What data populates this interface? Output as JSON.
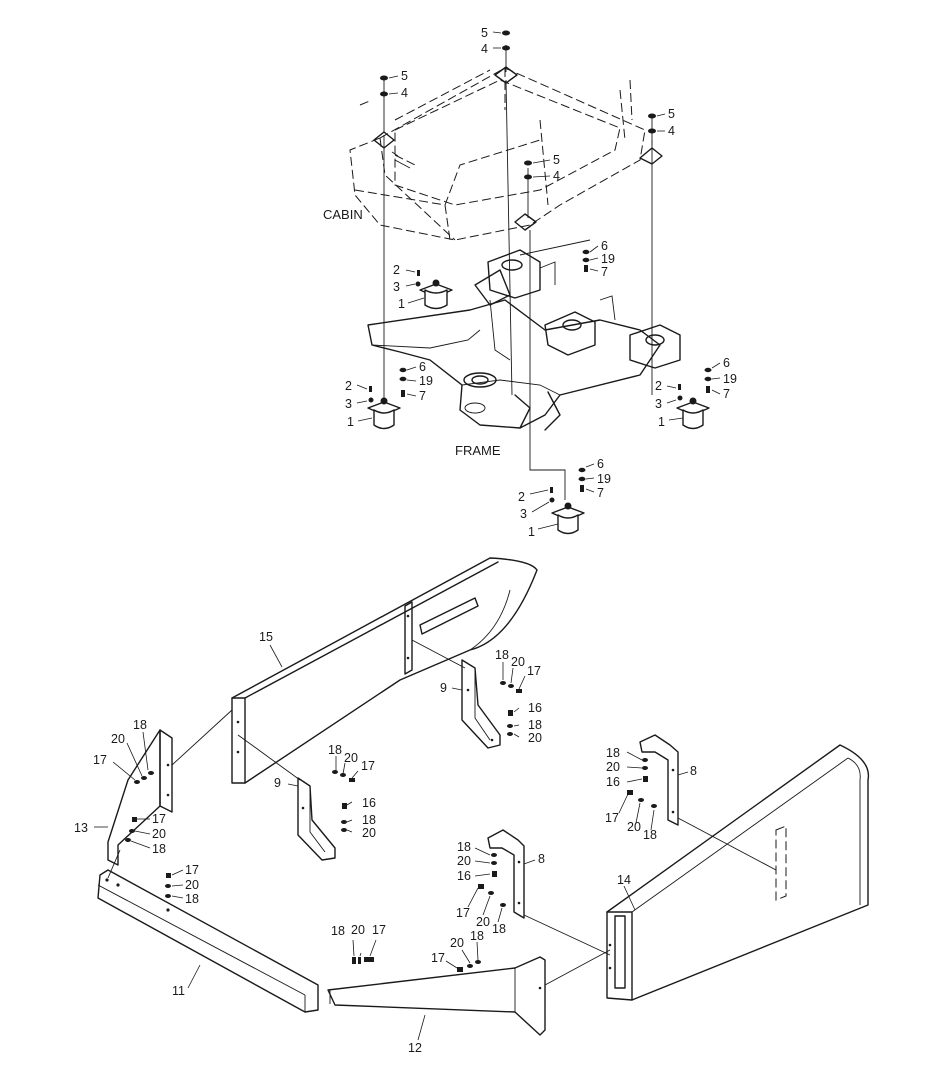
{
  "labels": {
    "cabin": "CABIN",
    "frame": "FRAME"
  },
  "callouts": [
    {
      "id": "c1",
      "text": "5"
    },
    {
      "id": "c2",
      "text": "4"
    },
    {
      "id": "c3",
      "text": "5"
    },
    {
      "id": "c4",
      "text": "4"
    },
    {
      "id": "c5",
      "text": "5"
    },
    {
      "id": "c6",
      "text": "4"
    },
    {
      "id": "c7",
      "text": "5"
    },
    {
      "id": "c8",
      "text": "4"
    },
    {
      "id": "c9",
      "text": "6"
    },
    {
      "id": "c10",
      "text": "19"
    },
    {
      "id": "c11",
      "text": "7"
    },
    {
      "id": "c12",
      "text": "2"
    },
    {
      "id": "c13",
      "text": "3"
    },
    {
      "id": "c14",
      "text": "1"
    },
    {
      "id": "c15",
      "text": "6"
    },
    {
      "id": "c16",
      "text": "19"
    },
    {
      "id": "c17",
      "text": "7"
    },
    {
      "id": "c18",
      "text": "2"
    },
    {
      "id": "c19",
      "text": "3"
    },
    {
      "id": "c20",
      "text": "1"
    },
    {
      "id": "c21",
      "text": "6"
    },
    {
      "id": "c22",
      "text": "19"
    },
    {
      "id": "c23",
      "text": "7"
    },
    {
      "id": "c24",
      "text": "2"
    },
    {
      "id": "c25",
      "text": "3"
    },
    {
      "id": "c26",
      "text": "1"
    },
    {
      "id": "c27",
      "text": "6"
    },
    {
      "id": "c28",
      "text": "19"
    },
    {
      "id": "c29",
      "text": "7"
    },
    {
      "id": "c30",
      "text": "2"
    },
    {
      "id": "c31",
      "text": "3"
    },
    {
      "id": "c32",
      "text": "1"
    },
    {
      "id": "c33",
      "text": "15"
    },
    {
      "id": "c34",
      "text": "18"
    },
    {
      "id": "c35",
      "text": "20"
    },
    {
      "id": "c36",
      "text": "17"
    },
    {
      "id": "c37",
      "text": "9"
    },
    {
      "id": "c38",
      "text": "16"
    },
    {
      "id": "c39",
      "text": "18"
    },
    {
      "id": "c40",
      "text": "20"
    },
    {
      "id": "c41",
      "text": "18"
    },
    {
      "id": "c42",
      "text": "20"
    },
    {
      "id": "c43",
      "text": "17"
    },
    {
      "id": "c44",
      "text": "9"
    },
    {
      "id": "c45",
      "text": "16"
    },
    {
      "id": "c46",
      "text": "18"
    },
    {
      "id": "c47",
      "text": "20"
    },
    {
      "id": "c48",
      "text": "18"
    },
    {
      "id": "c49",
      "text": "20"
    },
    {
      "id": "c50",
      "text": "17"
    },
    {
      "id": "c51",
      "text": "13"
    },
    {
      "id": "c52",
      "text": "17"
    },
    {
      "id": "c53",
      "text": "20"
    },
    {
      "id": "c54",
      "text": "18"
    },
    {
      "id": "c55",
      "text": "17"
    },
    {
      "id": "c56",
      "text": "20"
    },
    {
      "id": "c57",
      "text": "18"
    },
    {
      "id": "c58",
      "text": "11"
    },
    {
      "id": "c59",
      "text": "18"
    },
    {
      "id": "c60",
      "text": "20"
    },
    {
      "id": "c61",
      "text": "17"
    },
    {
      "id": "c62",
      "text": "20"
    },
    {
      "id": "c63",
      "text": "18"
    },
    {
      "id": "c64",
      "text": "17"
    },
    {
      "id": "c65",
      "text": "12"
    },
    {
      "id": "c66",
      "text": "18"
    },
    {
      "id": "c67",
      "text": "20"
    },
    {
      "id": "c68",
      "text": "16"
    },
    {
      "id": "c69",
      "text": "8"
    },
    {
      "id": "c70",
      "text": "17"
    },
    {
      "id": "c71",
      "text": "20"
    },
    {
      "id": "c72",
      "text": "18"
    },
    {
      "id": "c73",
      "text": "14"
    },
    {
      "id": "c74",
      "text": "18"
    },
    {
      "id": "c75",
      "text": "20"
    },
    {
      "id": "c76",
      "text": "16"
    },
    {
      "id": "c77",
      "text": "8"
    },
    {
      "id": "c78",
      "text": "17"
    },
    {
      "id": "c79",
      "text": "20"
    },
    {
      "id": "c80",
      "text": "18"
    }
  ]
}
